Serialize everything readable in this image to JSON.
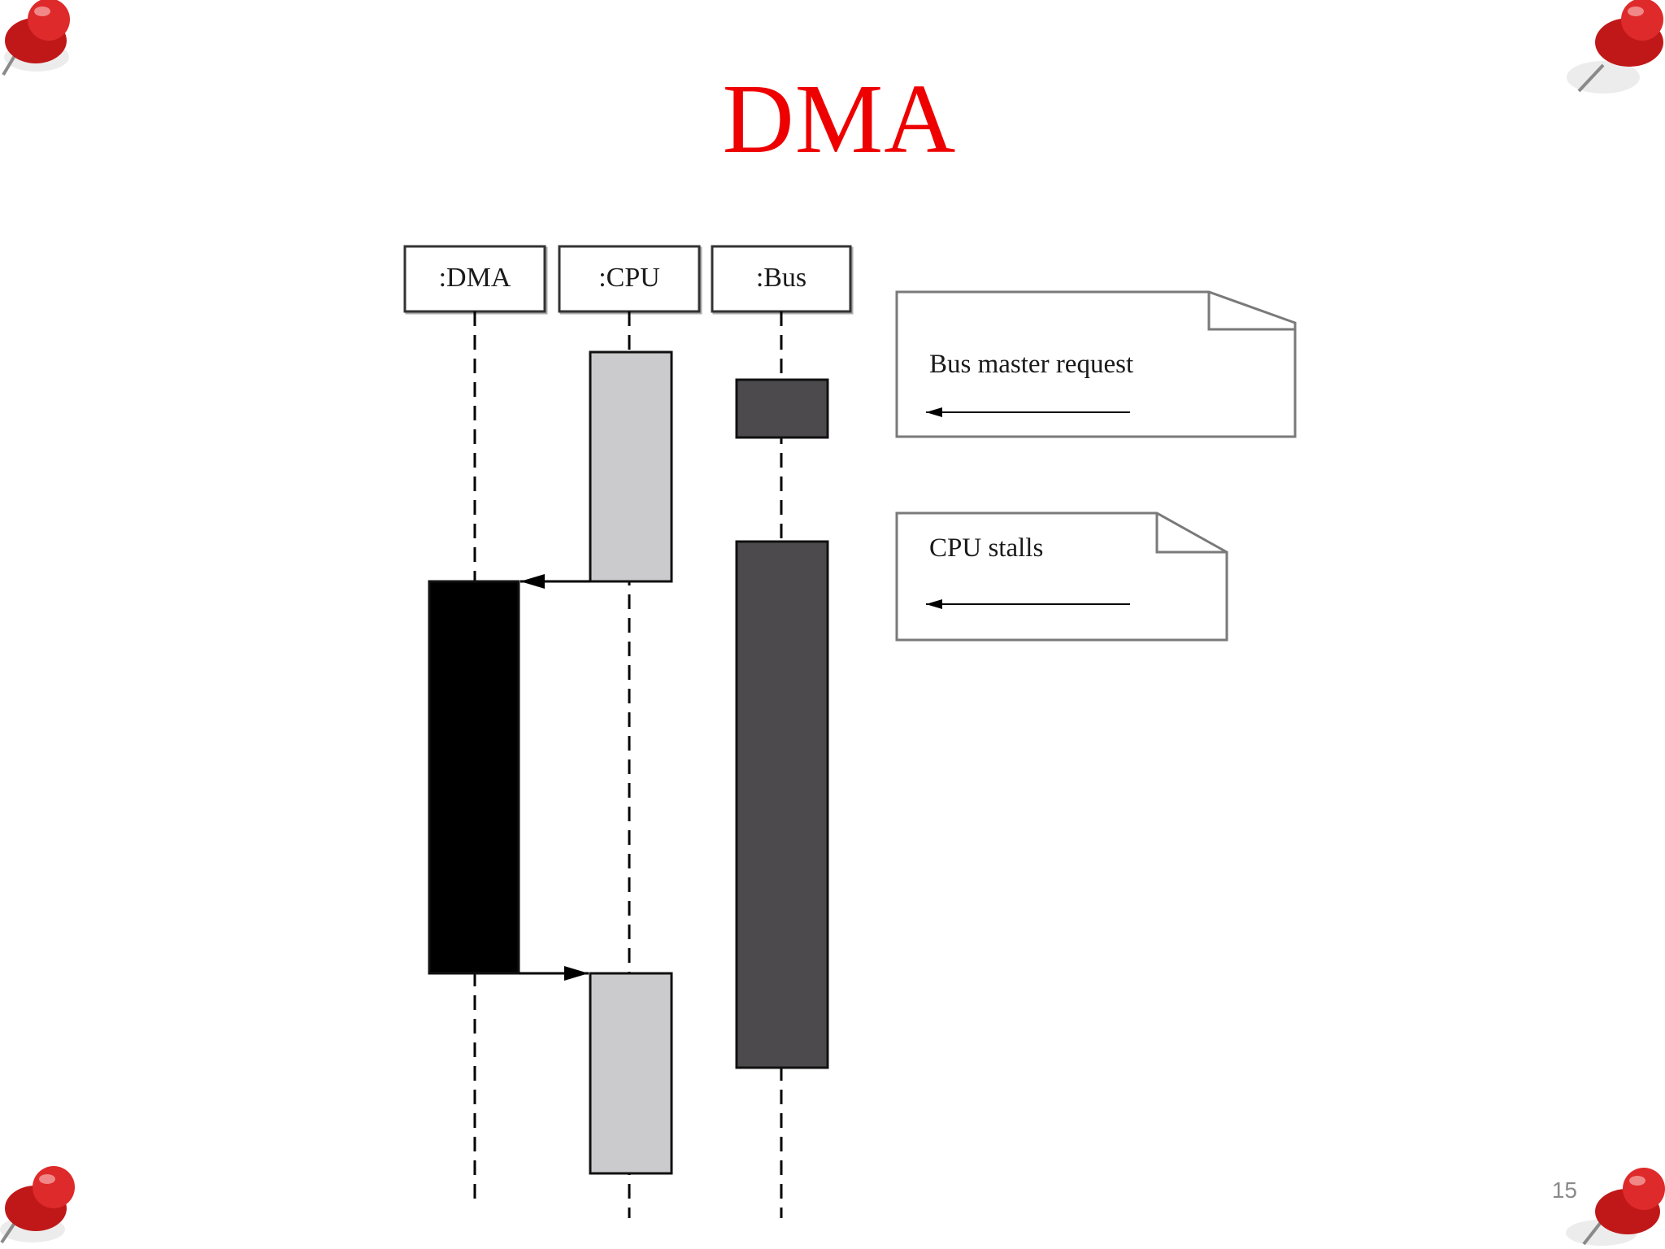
{
  "slide": {
    "title": "DMA",
    "page_number": "15"
  },
  "diagram": {
    "lifelines": [
      {
        "name": ":DMA"
      },
      {
        "name": ":CPU"
      },
      {
        "name": ":Bus"
      }
    ],
    "notes": [
      {
        "text": "Bus master request"
      },
      {
        "text": "CPU stalls"
      }
    ],
    "colors": {
      "title": "#ee0000",
      "dma_activation": "#000000",
      "cpu_activation": "#cbcacd",
      "bus_activation": "#4c4a4d",
      "pin": "#d42020"
    }
  }
}
